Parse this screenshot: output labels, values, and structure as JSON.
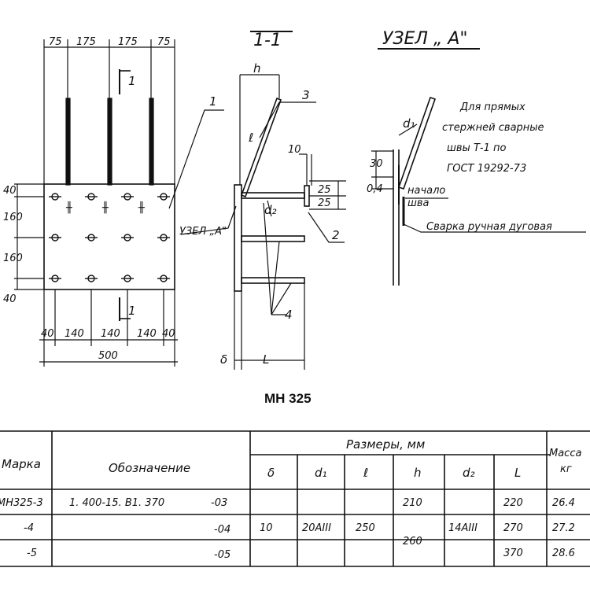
{
  "drawing": {
    "plate_top_dims": [
      "75",
      "175",
      "175",
      "75"
    ],
    "plate_left_dims": [
      "40",
      "160",
      "160",
      "40"
    ],
    "plate_bottom_dims": [
      "40",
      "140",
      "140",
      "140",
      "40"
    ],
    "plate_total": "500",
    "section_mark": "1",
    "label_1": "1",
    "label_2": "2",
    "label_3": "3",
    "label_4": "4",
    "section_title": "1-1",
    "node_title": "УЗЕЛ „ А\"",
    "node_ref": "УЗЕЛ „А\"",
    "dim_h": "h",
    "dim_l_rod": "ℓ",
    "dim_d2": "d₂",
    "dim_delta": "δ",
    "dim_L": "L",
    "dim_10": "10",
    "dim_25a": "25",
    "dim_25b": "25",
    "dim_d1": "d₁",
    "dim_30": "30",
    "dim_04": "0,4",
    "weld_start": "начало",
    "weld_start2": "шва",
    "note_line1": "Для прямых",
    "note_line2": "стержней сварные",
    "note_line3": "швы Т-1 по",
    "note_line4": "ГОСТ 19292-73",
    "weld_note": "Сварка ручная дуговая"
  },
  "caption": "МН 325",
  "table": {
    "col_marka": "Марка",
    "col_oboz": "Обозначение",
    "col_razmery": "Размеры,   мм",
    "col_delta": "δ",
    "col_d1": "d₁",
    "col_l": "ℓ",
    "col_h": "h",
    "col_d2": "d₂",
    "col_L": "L",
    "col_massa1": "Масса",
    "col_massa2": "кг",
    "rows": [
      {
        "marka": "МН325-3",
        "oboz": "1. 400-15. В1. 370",
        "suffix": "-03",
        "h": "210",
        "L": "220",
        "massa": "26.4"
      },
      {
        "marka": "-4",
        "oboz": "",
        "suffix": "-04",
        "h": "",
        "L": "270",
        "massa": "27.2"
      },
      {
        "marka": "-5",
        "oboz": "",
        "suffix": "-05",
        "h": "",
        "L": "370",
        "massa": "28.6"
      }
    ],
    "shared": {
      "delta": "10",
      "d1": "20AIII",
      "l": "250",
      "h2": "260",
      "d2": "14AIII"
    }
  }
}
